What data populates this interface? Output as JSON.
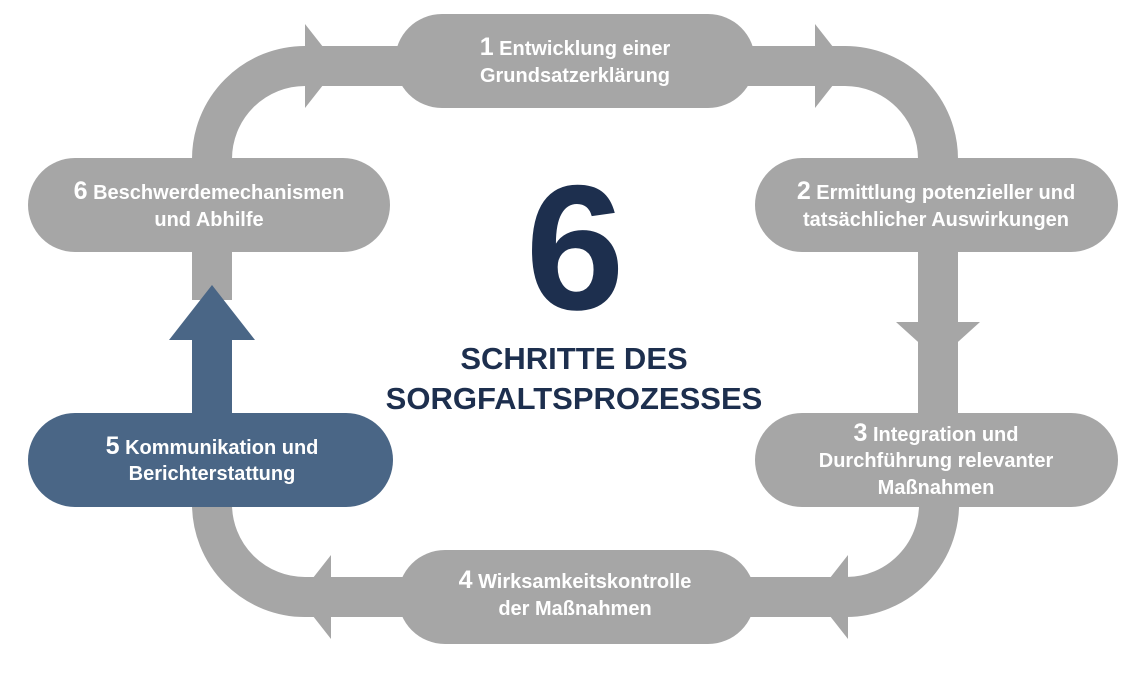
{
  "colors": {
    "step": "#a6a6a6",
    "highlight": "#4a6686",
    "title": "#1d2f4e"
  },
  "center": {
    "number": "6",
    "line1": "SCHRITTE DES",
    "line2": "SORGFALTSPROZESSES"
  },
  "steps": [
    {
      "num": "1",
      "line1": "Entwicklung einer",
      "line2": "Grundsatzerklärung"
    },
    {
      "num": "2",
      "line1": "Ermittlung potenzieller und",
      "line2": "tatsächlicher Auswirkungen"
    },
    {
      "num": "3",
      "line1": "Integration und",
      "line2": "Durchführung relevanter",
      "line3": "Maßnahmen"
    },
    {
      "num": "4",
      "line1": "Wirksamkeitskontrolle",
      "line2": "der Maßnahmen"
    },
    {
      "num": "5",
      "line1": "Kommunikation und",
      "line2": "Berichterstattung",
      "highlighted": true
    },
    {
      "num": "6",
      "line1": "Beschwerdemechanismen",
      "line2": "und Abhilfe"
    }
  ]
}
